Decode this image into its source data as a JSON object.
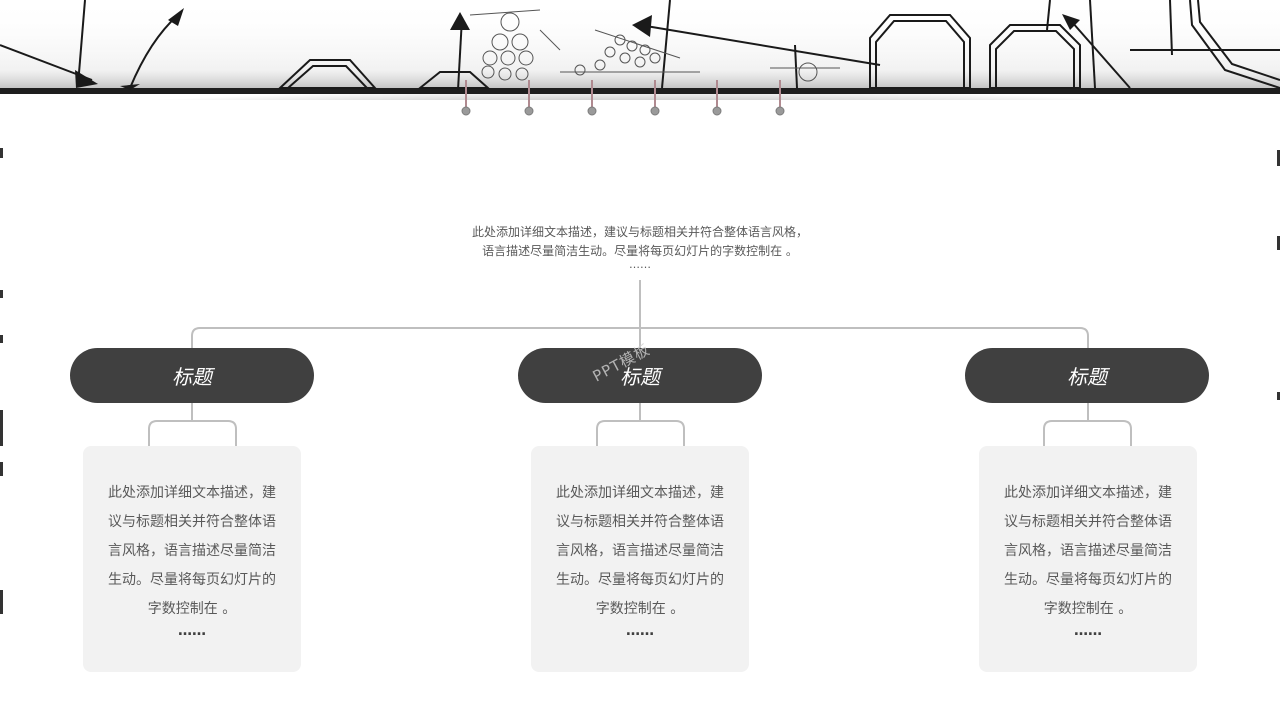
{
  "intro": {
    "line1": "此处添加详细文本描述，建议与标题相关并符合整体语言风格，",
    "line2": "语言描述尽量简洁生动。尽量将每页幻灯片的字数控制在 。",
    "dots": "……"
  },
  "columns": [
    {
      "title": "标题",
      "lines": [
        "此处添加详细文本描述，建",
        "议与标题相关并符合整体语",
        "言风格，语言描述尽量简洁",
        "生动。尽量将每页幻灯片的",
        "字数控制在 。"
      ],
      "dots": "……"
    },
    {
      "title": "标题",
      "lines": [
        "此处添加详细文本描述，建",
        "议与标题相关并符合整体语",
        "言风格，语言描述尽量简洁",
        "生动。尽量将每页幻灯片的",
        "字数控制在 。"
      ],
      "dots": "……"
    },
    {
      "title": "标题",
      "lines": [
        "此处添加详细文本描述，建",
        "议与标题相关并符合整体语",
        "言风格，语言描述尽量简洁",
        "生动。尽量将每页幻灯片的",
        "字数控制在 。"
      ],
      "dots": "……"
    }
  ],
  "watermark": "PPT模板",
  "colors": {
    "pill": "#404040",
    "card": "#f2f2f2",
    "line": "#bfbfbf",
    "text": "#595959"
  }
}
